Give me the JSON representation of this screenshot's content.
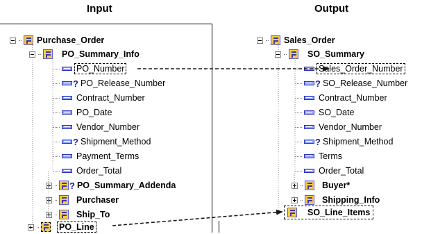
{
  "headers": {
    "input": "Input",
    "output": "Output"
  },
  "input_tree": {
    "root": "Purchase_Order",
    "group": "PO_Summary_Info",
    "fields": [
      {
        "label": "PO_Number",
        "optional": false
      },
      {
        "label": "PO_Release_Number",
        "optional": true
      },
      {
        "label": "Contract_Number",
        "optional": false
      },
      {
        "label": "PO_Date",
        "optional": false
      },
      {
        "label": "Vendor_Number",
        "optional": false
      },
      {
        "label": "Shipment_Method",
        "optional": true
      },
      {
        "label": "Payment_Terms",
        "optional": false
      },
      {
        "label": "Order_Total",
        "optional": false
      }
    ],
    "subgroups": [
      "PO_Summary_Addenda",
      "Purchaser",
      "Ship_To"
    ],
    "tail": "PO_Line"
  },
  "output_tree": {
    "root": "Sales_Order",
    "group": "SO_Summary",
    "fields": [
      {
        "label": "Sales_Order_Number",
        "optional": false
      },
      {
        "label": "SO_Release_Number",
        "optional": true
      },
      {
        "label": "Contract_Number",
        "optional": false
      },
      {
        "label": "SO_Date",
        "optional": false
      },
      {
        "label": "Vendor_Number",
        "optional": false
      },
      {
        "label": "Shipment_Method",
        "optional": true
      },
      {
        "label": "Terms",
        "optional": false
      },
      {
        "label": "Order_Total",
        "optional": false
      }
    ],
    "subgroups": [
      "Buyer*",
      "Shipping_Info"
    ],
    "tail": "SO_Line_Items"
  },
  "optional_marker": "?"
}
